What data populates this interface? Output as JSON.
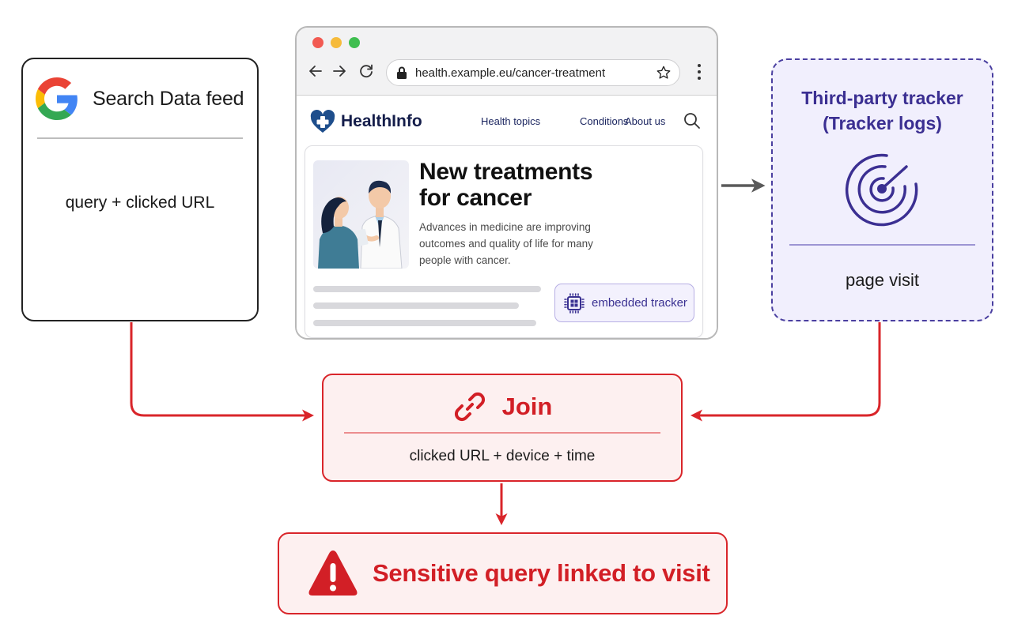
{
  "search_feed": {
    "icon": "google-g-logo",
    "title": "Search Data feed",
    "content": "query + clicked URL"
  },
  "browser": {
    "controls": [
      "close",
      "minimize",
      "maximize"
    ],
    "nav_icons": [
      "back-arrow-icon",
      "forward-arrow-icon",
      "reload-icon"
    ],
    "url": "health.example.eu/cancer-treatment",
    "site": {
      "brand": "HealthInfo",
      "nav": [
        "Health topics",
        "Conditions",
        "About us"
      ],
      "search_icon": "magnifier"
    },
    "article": {
      "title_line1": "New treatments",
      "title_line2": "for cancer",
      "description": "Advances in medicine are improving outcomes and quality of life for many people with cancer.",
      "image": "doctor-and-patient-illustration"
    },
    "embedded_tracker": {
      "icon": "chip-icon",
      "label": "embedded tracker"
    }
  },
  "tracker": {
    "title_line1": "Third-party tracker",
    "title_line2": "(Tracker logs)",
    "icon": "radar-target-icon",
    "content": "page visit"
  },
  "join": {
    "icon": "link-icon",
    "title": "Join",
    "content": "clicked URL + device + time"
  },
  "result": {
    "icon": "warning-triangle-icon",
    "title": "Sensitive query linked to visit"
  },
  "colors": {
    "alert_red": "#d9252a",
    "tracker_purple": "#3b2f92",
    "tracker_bg": "#f1effd",
    "join_bg": "#fdf0f0",
    "neutral_arrow": "#5a5a5a",
    "brand_navy": "#141d4a"
  },
  "edges": [
    {
      "from": "browser",
      "to": "tracker",
      "style": "gray-arrow"
    },
    {
      "from": "search_feed",
      "to": "join",
      "style": "red-arrow"
    },
    {
      "from": "tracker",
      "to": "join",
      "style": "red-arrow"
    },
    {
      "from": "join",
      "to": "result",
      "style": "red-arrow"
    }
  ]
}
